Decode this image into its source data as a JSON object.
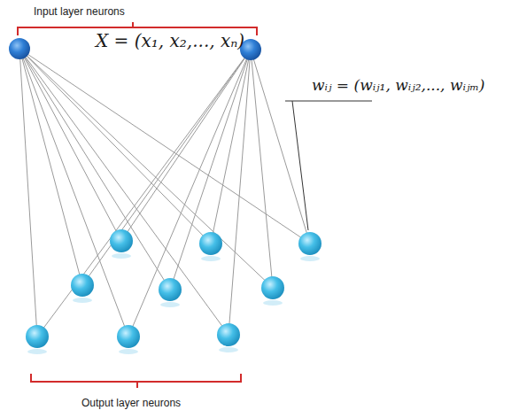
{
  "diagram": {
    "labels": [
      "Input layer neurons",
      "X = (x₁, x₂,..., xₙ)",
      "wᵢⱼ = (wᵢⱼ₁, wᵢⱼ₂,..., wᵢⱼₘ)",
      "Output layer neurons"
    ]
  }
}
